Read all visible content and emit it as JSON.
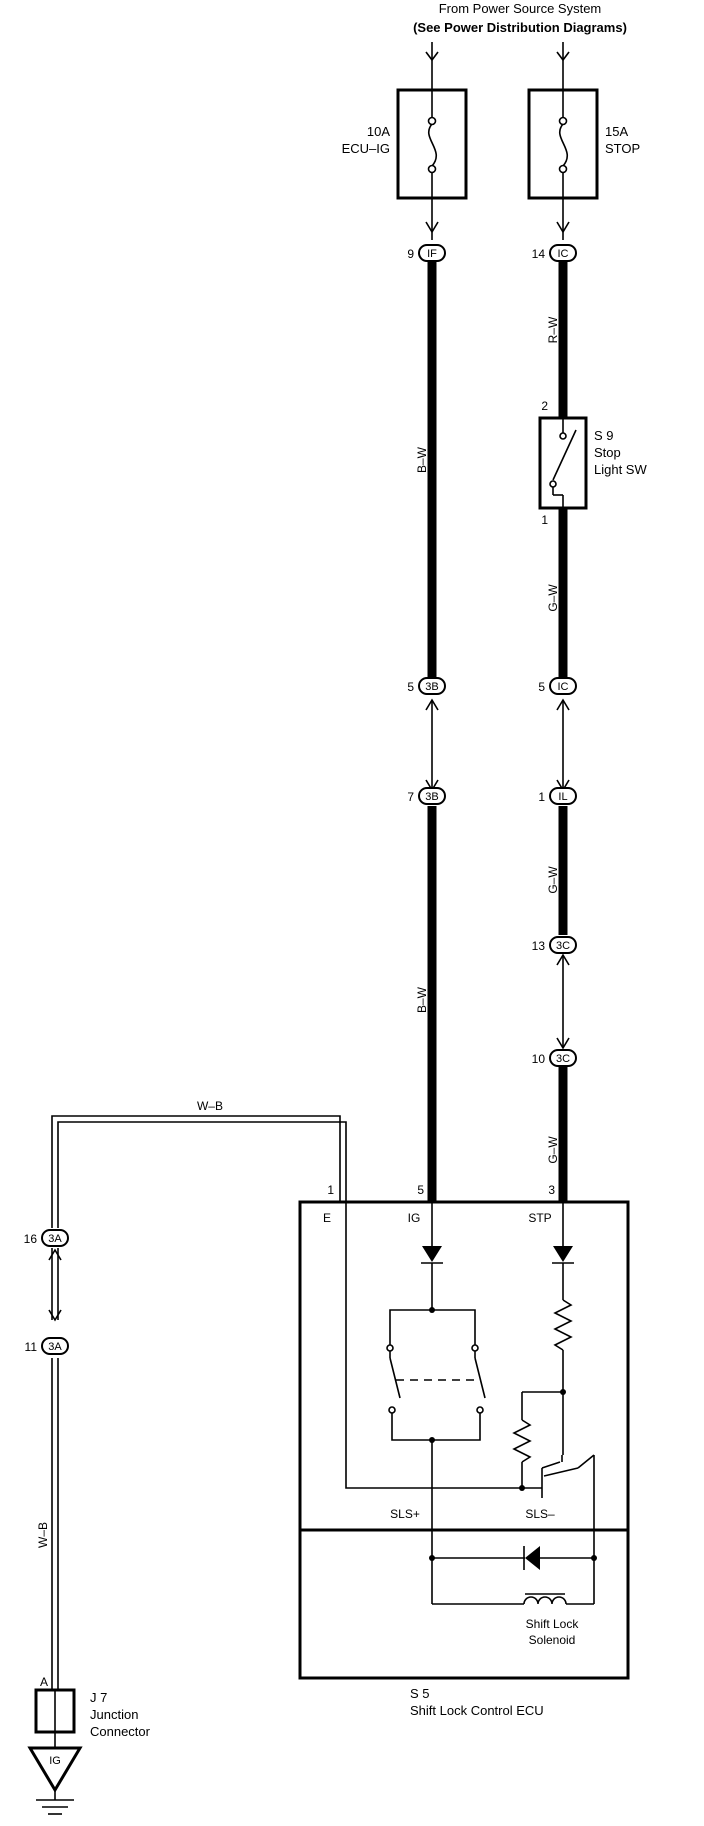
{
  "source": {
    "line1": "From Power Source System",
    "line2": "(See Power Distribution Diagrams)"
  },
  "fuses": [
    {
      "id": "fuse-ecu-ig",
      "rating": "10A",
      "name": "ECU–IG"
    },
    {
      "id": "fuse-stop",
      "rating": "15A",
      "name": "STOP"
    }
  ],
  "connectors": [
    {
      "id": "conn-if-9",
      "code": "IF",
      "pin": "9"
    },
    {
      "id": "conn-ic-14",
      "code": "IC",
      "pin": "14"
    },
    {
      "id": "conn-3b-5",
      "code": "3B",
      "pin": "5"
    },
    {
      "id": "conn-ic-5",
      "code": "IC",
      "pin": "5"
    },
    {
      "id": "conn-3b-7",
      "code": "3B",
      "pin": "7"
    },
    {
      "id": "conn-il-1",
      "code": "IL",
      "pin": "1"
    },
    {
      "id": "conn-3c-13",
      "code": "3C",
      "pin": "13"
    },
    {
      "id": "conn-3c-10",
      "code": "3C",
      "pin": "10"
    },
    {
      "id": "conn-3a-16",
      "code": "3A",
      "pin": "16"
    },
    {
      "id": "conn-3a-11",
      "code": "3A",
      "pin": "11"
    }
  ],
  "wires": {
    "bw_upper": "B–W",
    "bw_lower": "B–W",
    "rw": "R–W",
    "gw_1": "G–W",
    "gw_2": "G–W",
    "gw_3": "G–W",
    "wb_top": "W–B",
    "wb_left": "W–B"
  },
  "stop_switch": {
    "code": "S 9",
    "name_line1": "Stop",
    "name_line2": "Light SW",
    "pin_top": "2",
    "pin_bottom": "1"
  },
  "ecu": {
    "code": "S 5",
    "name": "Shift Lock Control ECU",
    "pin_e": "1",
    "pin_ig": "5",
    "pin_stp": "3",
    "term_e": "E",
    "term_ig": "IG",
    "term_stp": "STP",
    "term_sls_plus": "SLS+",
    "term_sls_minus": "SLS–"
  },
  "solenoid": {
    "name_line1": "Shift Lock",
    "name_line2": "Solenoid"
  },
  "junction": {
    "code": "J 7",
    "name_line1": "Junction",
    "name_line2": "Connector",
    "pin": "A"
  },
  "ground": {
    "label": "IG"
  }
}
